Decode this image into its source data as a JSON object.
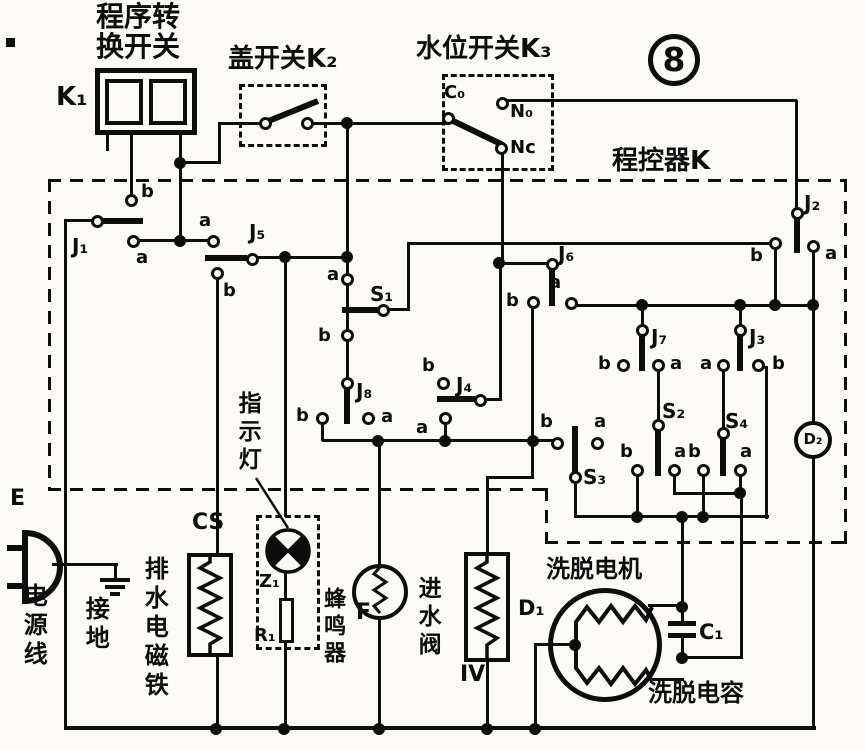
{
  "figure": {
    "badge": "8"
  },
  "labels": {
    "title1": "程序转",
    "title2": "换开关",
    "k1": "K₁",
    "lid_switch": "盖开关K₂",
    "water_switch": "水位开关K₃",
    "programmer": "程控器K",
    "c0": "C₀",
    "n0": "N₀",
    "nc": "Nc",
    "j1": "J₁",
    "j2": "J₂",
    "j3": "J₃",
    "j4": "J₄",
    "j5": "J₅",
    "j6": "J₆",
    "j7": "J₇",
    "j8": "J₈",
    "s1": "S₁",
    "s2": "S₂",
    "s3": "S₃",
    "s4": "S₄",
    "d1": "D₁",
    "d2": "D₂",
    "c1": "C₁",
    "e": "E",
    "cs": "CS",
    "z1": "Z₁",
    "r1": "R₁",
    "f": "F",
    "iv": "IV",
    "wash_motor": "洗脱电机",
    "wash_capacitor": "洗脱电容",
    "power_cord": "电源线",
    "ground": "接地",
    "drain_solenoid": "排水电磁铁",
    "indicator_lamp": "指示灯",
    "buzzer": "蜂鸣器",
    "inlet_valve": "进水阀",
    "b_k1": "b",
    "a_j1r": "a",
    "a_j1l": "a",
    "b_j5": "b",
    "a_s1": "a",
    "b_j8t": "b",
    "b_j8l": "b",
    "a_j8l": "a",
    "b_j4": "b",
    "a_j4": "a",
    "b_j6": "b",
    "a_j6": "a",
    "b_j7": "b",
    "a_j7": "a",
    "a_j3": "a",
    "b_j3": "b",
    "b_j2": "b",
    "a_j2": "a",
    "b_s3": "b",
    "a_s3": "a",
    "b_s2": "b",
    "a_s2": "a",
    "b_s4": "b",
    "a_s4": "a"
  }
}
